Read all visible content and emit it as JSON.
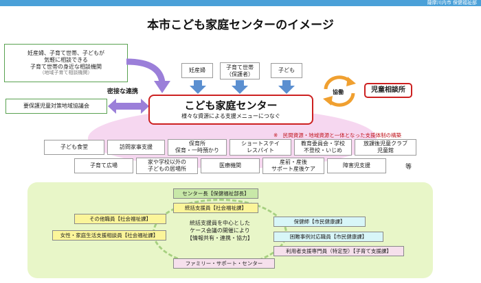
{
  "header": {
    "corner_text": "薩摩川内市 保健福祉部"
  },
  "title": "本市こども家庭センターのイメージ",
  "left_info": {
    "lines": [
      "妊産婦、子育て世帯、子どもが",
      "気軽に相談できる",
      "子育て世帯の身近な相談機関"
    ],
    "sub": "（地域子育て相談機関）"
  },
  "close_link_label": "密接な連携",
  "council": "要保護児童対策地域協議会",
  "target_groups": [
    {
      "label": "妊産婦"
    },
    {
      "line1": "子育て世帯",
      "line2": "（保護者）"
    },
    {
      "label": "子ども"
    }
  ],
  "center": {
    "title": "こども家庭センター",
    "subtitle": "様々な資源による支援メニューにつなぐ"
  },
  "cooperation_label": "協働",
  "child_guidance": "児童相談所",
  "note": "※　民間資源・地域資源と一体となった支援体制の構築",
  "resources_row1": [
    {
      "line1": "子ども食堂"
    },
    {
      "line1": "訪問家事支援"
    },
    {
      "line1": "保育所",
      "line2": "保育・一時預かり"
    },
    {
      "line1": "ショートステイ",
      "line2": "レスパイト"
    },
    {
      "line1": "教育委員会・学校",
      "line2": "不登校・いじめ"
    },
    {
      "line1": "放課後児童クラブ",
      "line2": "児童館"
    }
  ],
  "resources_row2": [
    {
      "line1": "子育て広場"
    },
    {
      "line1": "家や学校以外の",
      "line2": "子どもの居場所"
    },
    {
      "line1": "医療機関"
    },
    {
      "line1": "産前・産後",
      "line2": "サポート産後ケア"
    },
    {
      "line1": "障害児支援"
    }
  ],
  "etc": "等",
  "staff": {
    "head": "センター長【保健福祉部長】",
    "coordinator": "統括支援員【社会福祉課】",
    "other": "その他職員【社会福祉課】",
    "women": "女性・家庭生活支援相談員【社会福祉課】",
    "nurse": "保健師【市民健康課】",
    "difficult": "困難事例対応職員【市民健康課】",
    "user_support": "利用者支援専門員（特定型）【子育て支援課】",
    "family_support": "ファミリー・サポート・センター",
    "center_lines": [
      "統括支援員を中心とした",
      "ケース会議の開催により",
      "【情報共有・連携・協力】"
    ]
  },
  "colors": {
    "accent_red": "#cc1f1f",
    "arrow_blue": "#5b8fd0",
    "arrow_purple": "#9b7fd9",
    "arrow_orange": "#f0a030",
    "panel_green": "#e8f6c8",
    "ellipse_pink": "#f6d7f0"
  },
  "icons": [
    "down-arrow-icon",
    "double-arrow-icon",
    "curved-arrow-icon",
    "cycle-arrow-icon"
  ]
}
